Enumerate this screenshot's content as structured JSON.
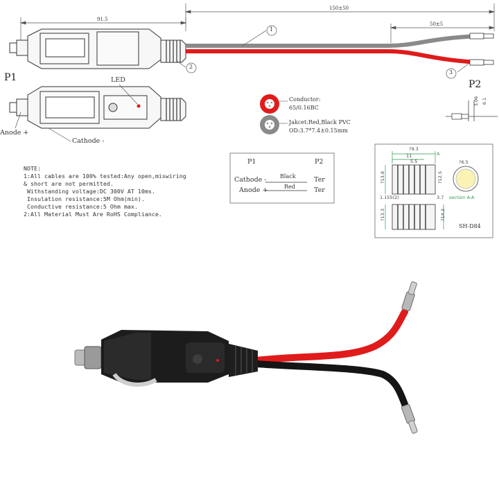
{
  "drawing": {
    "p1_label": "P1",
    "p2_label": "P2",
    "dim_overall": "150±50",
    "dim_plug": "91.5",
    "dim_strip": "50±5",
    "callout_1": "1",
    "callout_2": "2",
    "callout_3": "3",
    "led_label": "LED",
    "anode_label": "Anode +",
    "cathode_label": "Cathode -",
    "conductor_line1": "Conductor:",
    "conductor_line2": "65/0.16BC",
    "jacket_line1": "Jakcet:Red,Black PVC",
    "jacket_line2": "OD:3.7*7.4±0.15mm",
    "p2_dim_a": "3.06",
    "p2_dim_b": "6.1"
  },
  "note": {
    "title": "NOTE:",
    "lines": [
      "1:All cables are 100% tested:Any open,miswiring",
      "& short are not permitted.",
      " Withstanding voltage:DC 300V AT 10ms.",
      " Insulation resistance:5M Ohm(min).",
      " Conductive resistance:5 Ohm max.",
      "2:All Material Must Are RoHS Compliance."
    ]
  },
  "wiring_table": {
    "p1_header": "P1",
    "p2_header": "P2",
    "row1_left": "Cathode -",
    "row1_wire": "Black",
    "row1_right": "Ter",
    "row2_left": "Anode +",
    "row2_wire": "Red",
    "row2_right": "Ter"
  },
  "detail": {
    "dim_top": "?9.3",
    "dim_11": "11",
    "dim_55": "5.5",
    "dim_1_155": "1.155(2)",
    "dim_37": "3.7",
    "dim_phi": "?6.5",
    "dim_a": "A",
    "section_label": "section A-A",
    "dim_left1": "?13.3",
    "dim_left2": "?14.2",
    "dim_left3": "?13.8",
    "dim_left4": "?12.5",
    "part_no": "SH-D84"
  },
  "colors": {
    "red_wire": "#e01b1b",
    "gray_wire": "#8a8a8a",
    "black_wire": "#151515",
    "dim_line": "#555555"
  }
}
